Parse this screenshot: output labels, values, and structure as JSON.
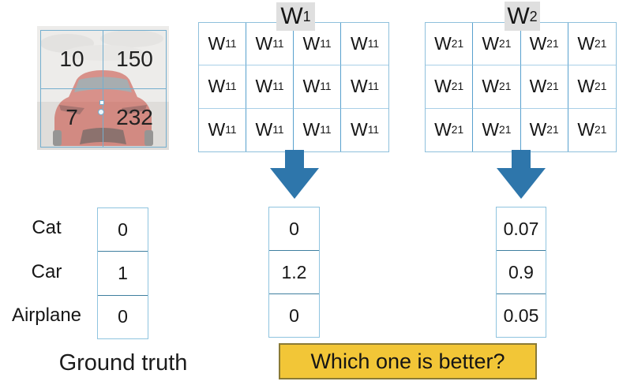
{
  "image": {
    "pixel_values": [
      "10",
      "150",
      "7",
      "232"
    ]
  },
  "matrices": [
    {
      "title_base": "W",
      "title_sub": "1",
      "cell_base": "W",
      "cell_sub": "11"
    },
    {
      "title_base": "W",
      "title_sub": "2",
      "cell_base": "W",
      "cell_sub": "21"
    }
  ],
  "class_labels": [
    "Cat",
    "Car",
    "Airplane"
  ],
  "vectors": {
    "ground_truth": [
      "0",
      "1",
      "0"
    ],
    "w1_scores": [
      "0",
      "1.2",
      "0"
    ],
    "w2_scores": [
      "0.07",
      "0.9",
      "0.05"
    ]
  },
  "captions": {
    "ground_truth": "Ground truth",
    "question": "Which one is better?"
  },
  "colors": {
    "arrow_blue": "#2E76AB",
    "grid_line_blue": "#58A1CE",
    "grid_line_light": "#A9CFE7",
    "vector_border": "#8FC4DF",
    "vector_divider": "#3F7F9F",
    "label_background": "#DFDFDF",
    "question_background": "#F2C637",
    "question_border": "#8A7A35"
  }
}
